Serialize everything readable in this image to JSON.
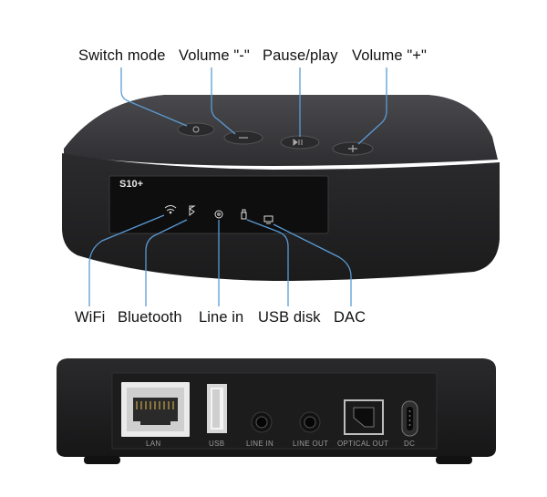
{
  "top_labels": {
    "switch_mode": "Switch mode",
    "volume_minus": "Volume \"-\"",
    "pause_play": "Pause/play",
    "volume_plus": "Volume \"+\""
  },
  "bottom_labels": {
    "wifi": "WiFi",
    "bluetooth": "Bluetooth",
    "line_in": "Line in",
    "usb_disk": "USB disk",
    "dac": "DAC"
  },
  "model_name": "S10+",
  "ports": {
    "lan": "LAN",
    "usb": "USB",
    "line_in": "LINE IN",
    "line_out": "LINE OUT",
    "optical_out": "OPTICAL OUT",
    "dc": "DC"
  },
  "colors": {
    "leader_line": "#5b9bd5",
    "device_body": "#2a2a2c",
    "device_top": "#3a3a3d"
  }
}
